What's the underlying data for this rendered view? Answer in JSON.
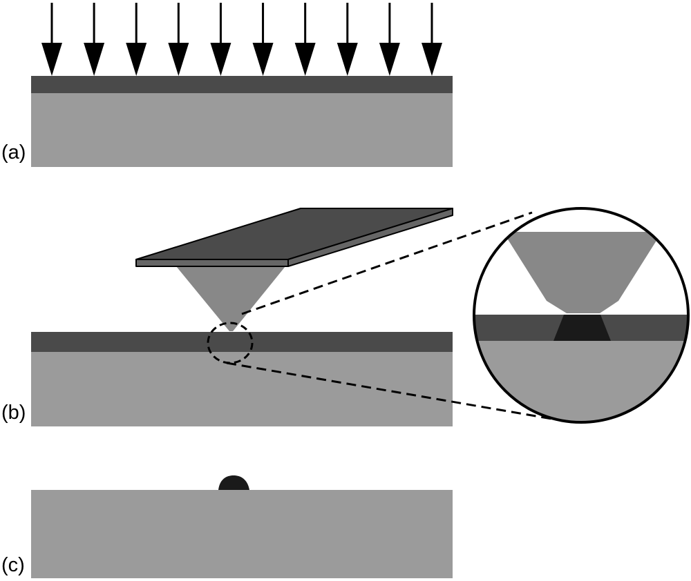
{
  "labels": {
    "a": "(a)",
    "b": "(b)",
    "c": "(c)"
  },
  "colors": {
    "substrate": "#9b9b9b",
    "resist_layer": "#4a4a4a",
    "tip": "#888888",
    "cantilever_top": "#4b4b4b",
    "cantilever_side": "#666666",
    "modified_region": "#1a1a1a",
    "outline": "#000000"
  },
  "arrows": {
    "count": 10
  }
}
